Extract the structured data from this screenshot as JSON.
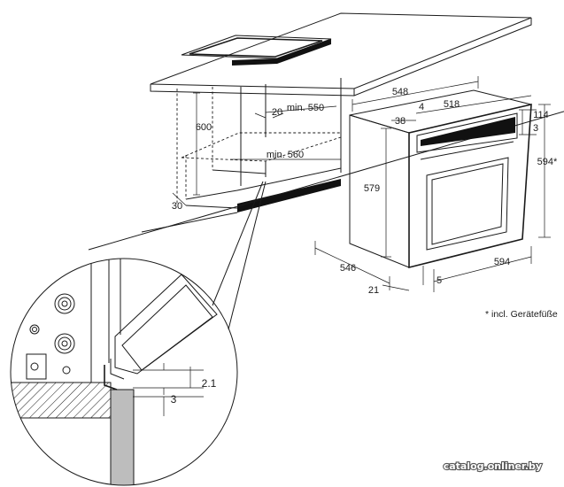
{
  "dimensions": {
    "cabinet_height": "600",
    "cabinet_depth_min": "min. 550",
    "cabinet_width_min": "min. 560",
    "rear_gap": "20",
    "plinth_height": "30",
    "oven_width_top": "548",
    "frame_offset": "4",
    "inner_width": "518",
    "side_offset": "38",
    "panel_height": "114",
    "panel_offset": "3",
    "oven_body_height": "579",
    "oven_total_height": "594*",
    "oven_depth": "546",
    "front_depth": "21",
    "oven_width": "594",
    "bottom_offset": "5",
    "detail_gap": "2.1",
    "detail_offset": "3"
  },
  "footnote": "* incl. Gerätefüße",
  "watermark": "catalog.onliner.by",
  "colors": {
    "line": "#1a1a1a",
    "hatch_fill": "#bdbdbd",
    "dark_band": "#111111",
    "background": "#ffffff"
  }
}
